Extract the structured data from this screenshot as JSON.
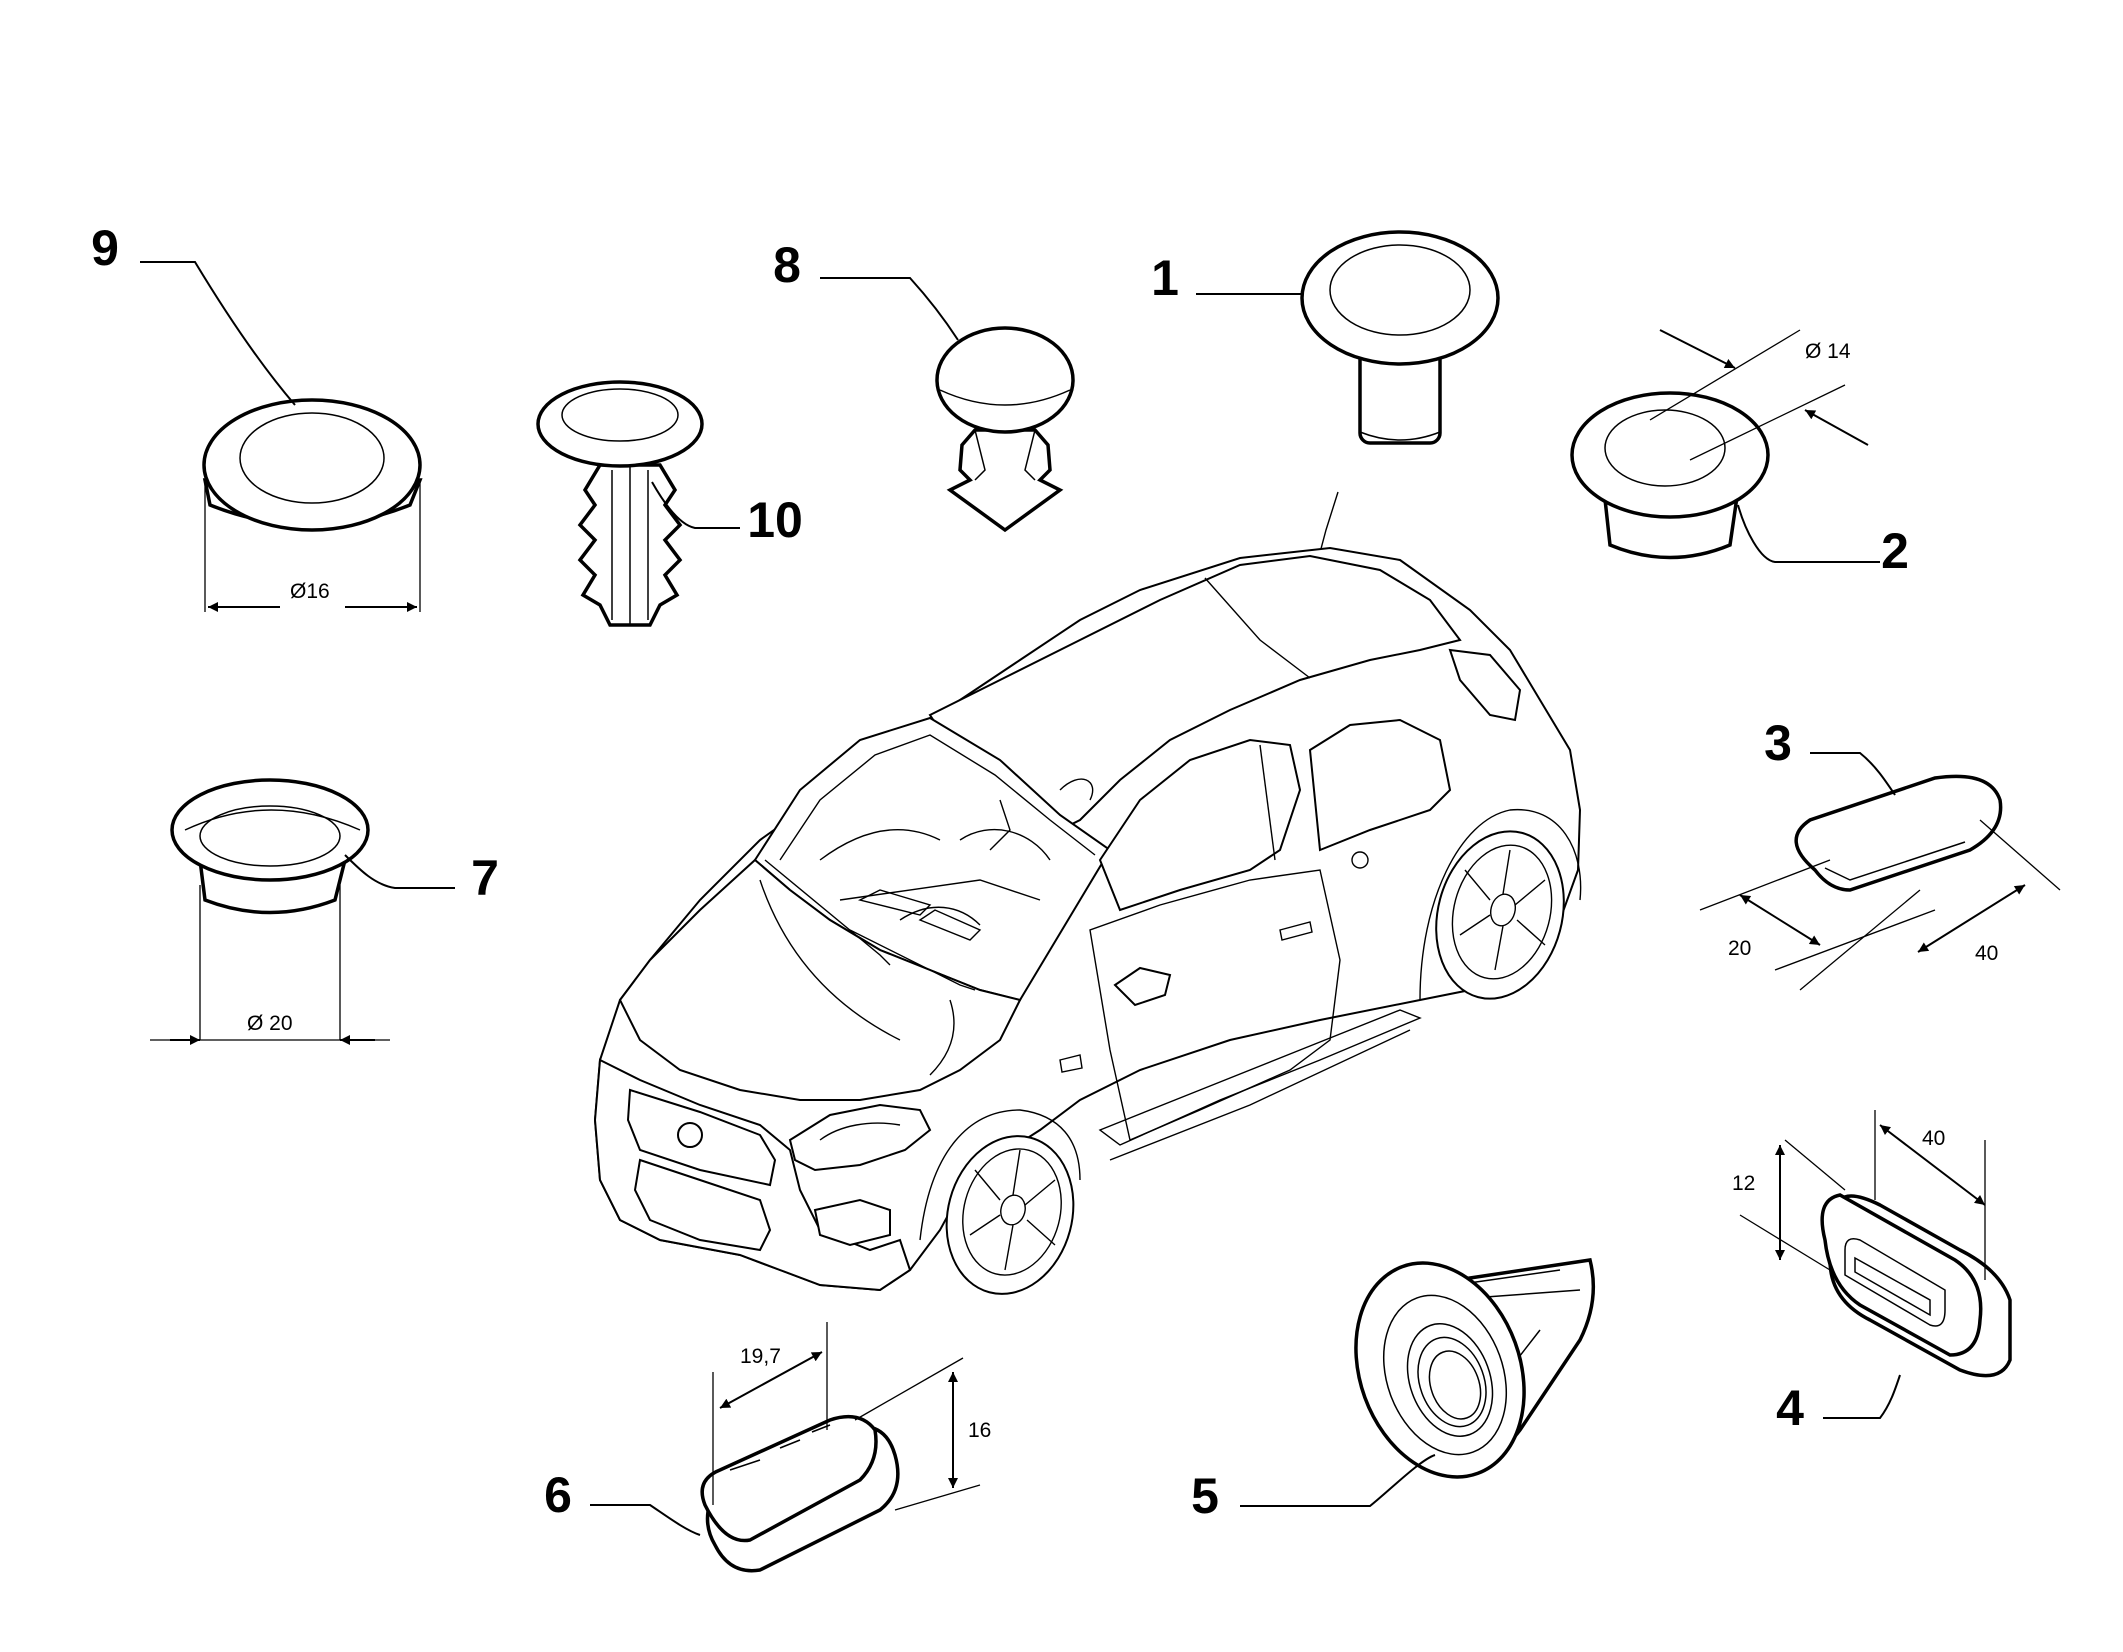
{
  "callouts": {
    "c1": "1",
    "c2": "2",
    "c3": "3",
    "c4": "4",
    "c5": "5",
    "c6": "6",
    "c7": "7",
    "c8": "8",
    "c9": "9",
    "c10": "10"
  },
  "dimensions": {
    "part2_diameter": "Ø 14",
    "part9_diameter": "Ø16",
    "part7_diameter": "Ø 20",
    "part3_width": "20",
    "part3_length": "40",
    "part4_height": "12",
    "part4_length": "40",
    "part6_width": "19,7",
    "part6_height": "16"
  }
}
